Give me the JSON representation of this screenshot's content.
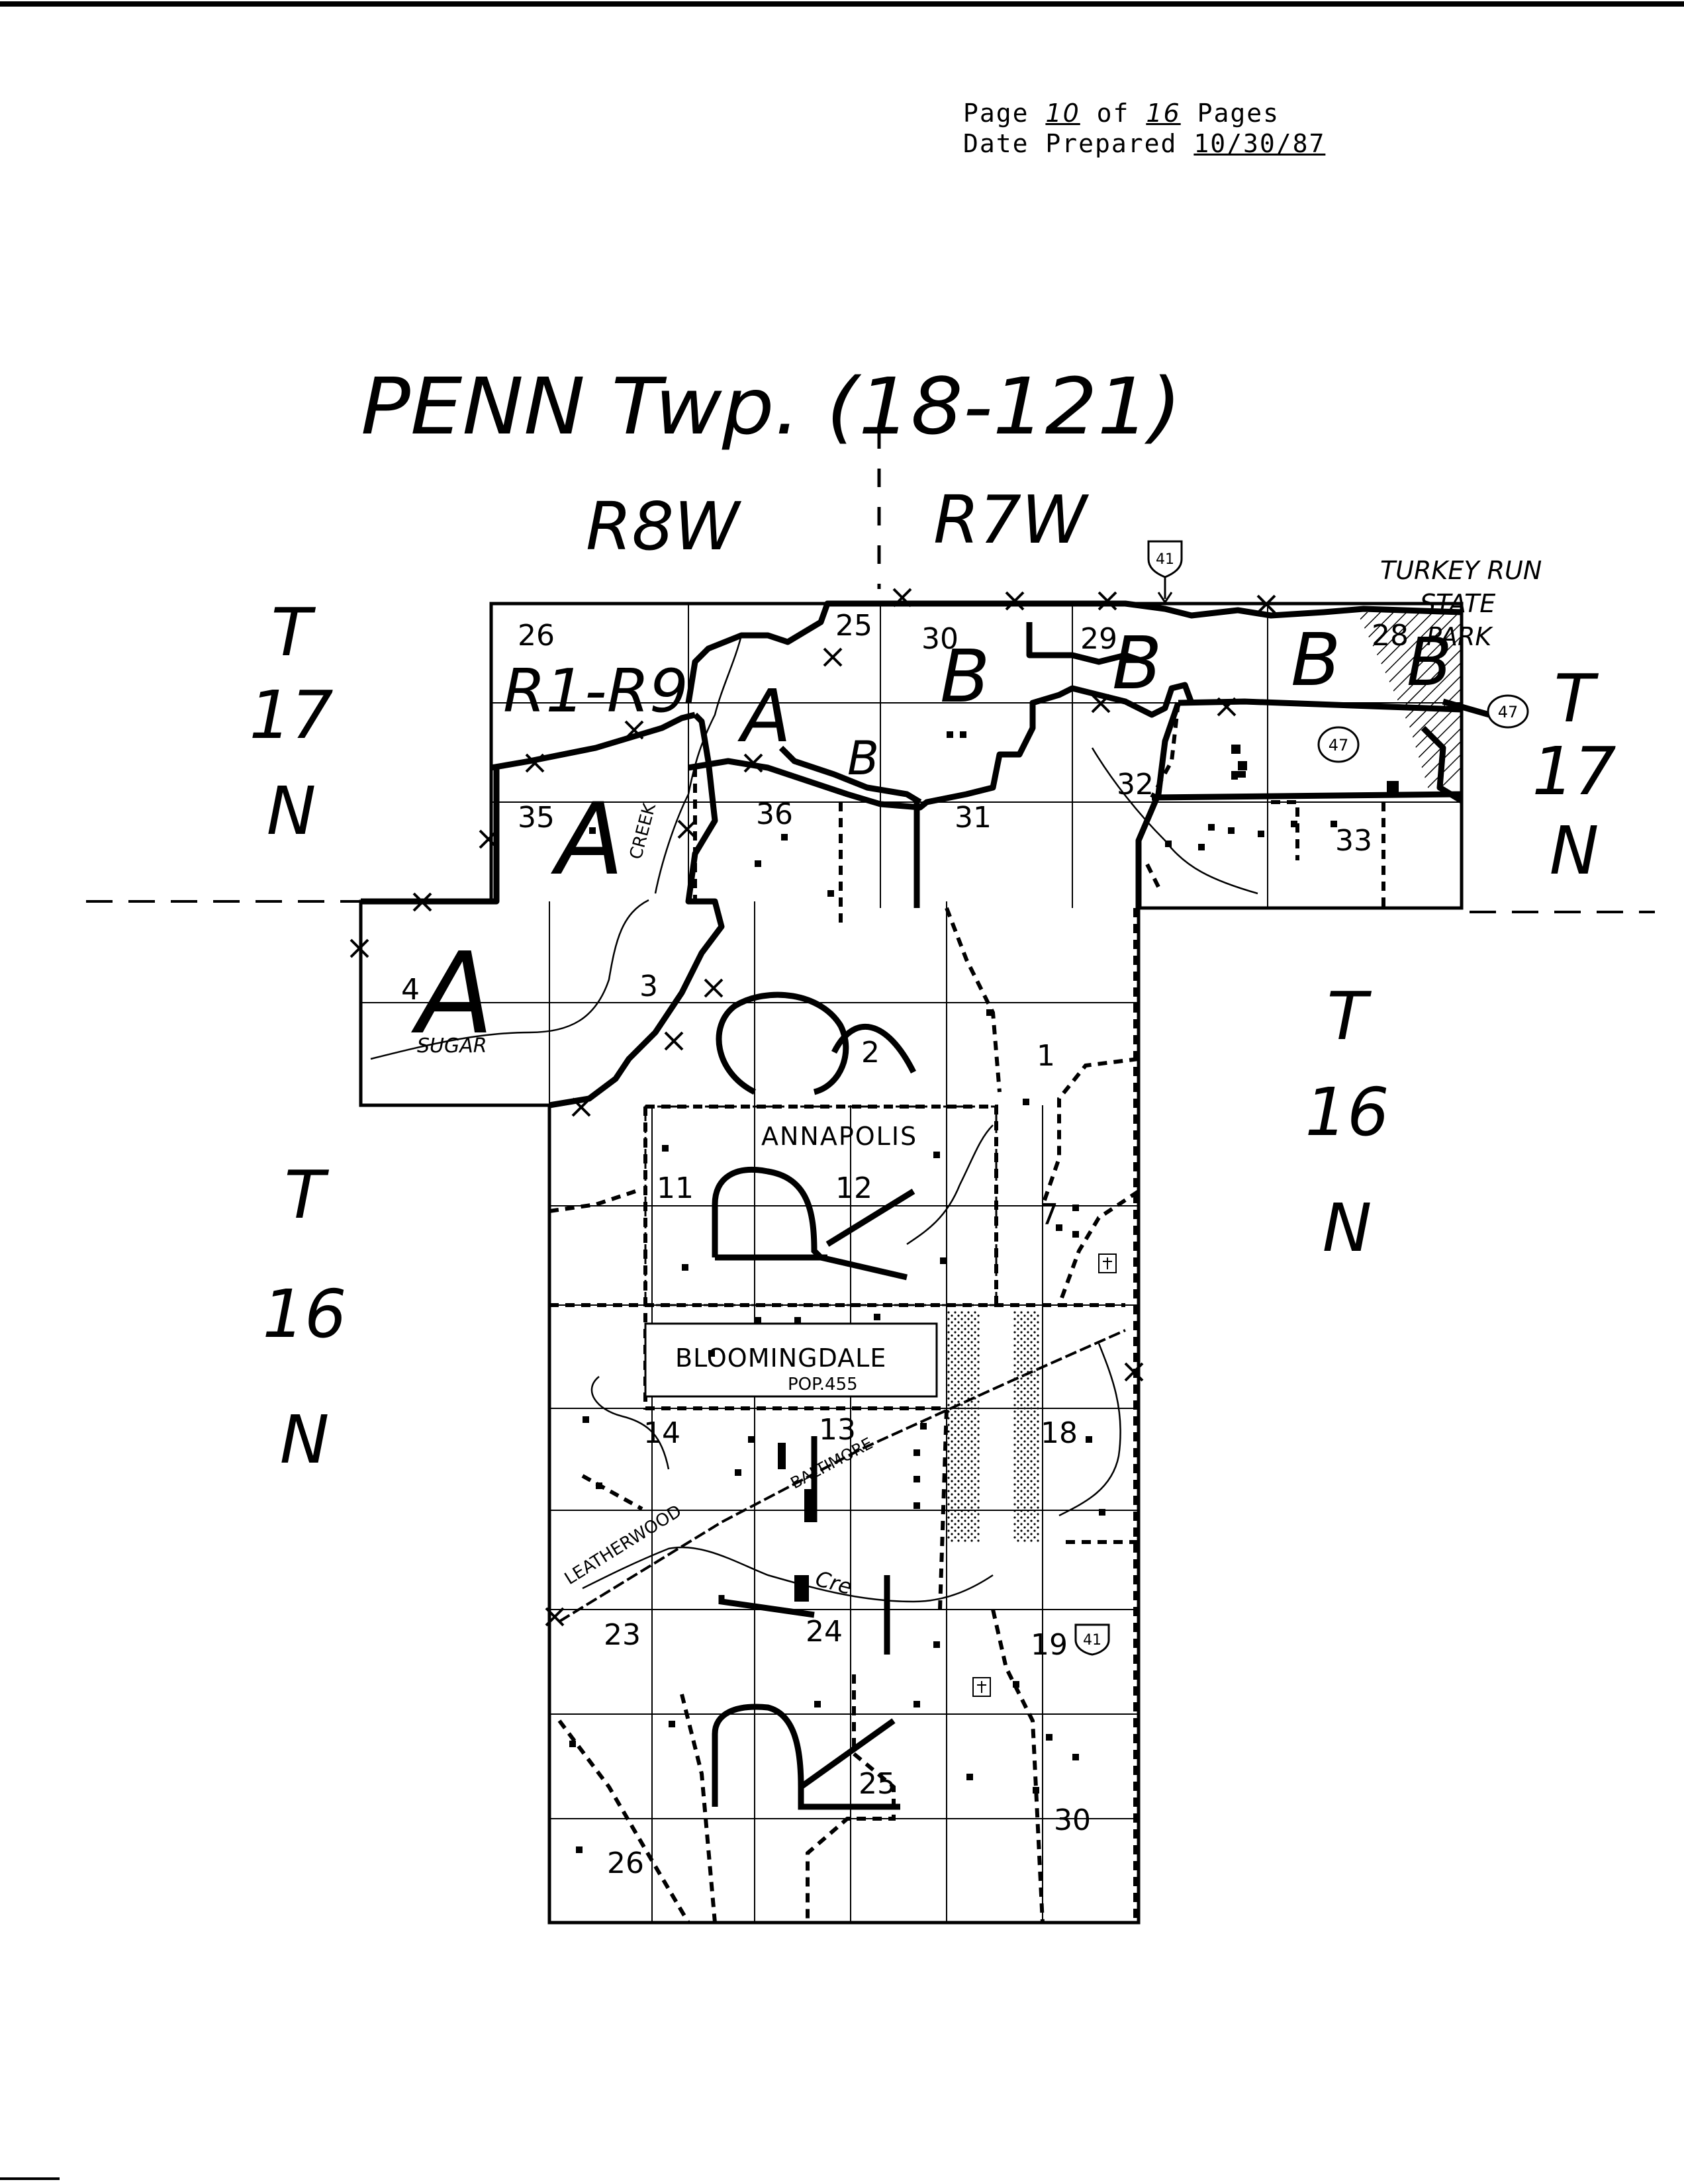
{
  "header": {
    "page_label": "Page",
    "page_number": "10",
    "of_label": "of",
    "total_pages": "16",
    "pages_label": "Pages",
    "date_label": "Date Prepared",
    "date_value": "10/30/87"
  },
  "map": {
    "title": "PENN Twp. (18-121)",
    "range_west": "R8W",
    "range_east": "R7W",
    "township_labels": [
      {
        "t": "T",
        "n": "17",
        "s": "N"
      },
      {
        "t": "T",
        "n": "17",
        "s": "N"
      },
      {
        "t": "T",
        "n": "16",
        "s": "N"
      },
      {
        "t": "T",
        "n": "16",
        "s": "N"
      }
    ],
    "places": {
      "park_line1": "TURKEY RUN",
      "park_line2": "STATE",
      "park_line3": "PARK",
      "town1": "ANNAPOLIS",
      "town2": "BLOOMINGDALE",
      "town2_pop": "POP.455",
      "creek_sugar": "SUGAR",
      "creek_label": "CREEK",
      "leatherwood": "LEATHERWOOD",
      "baltimore": "BALTIMORE",
      "cre": "Cre"
    },
    "zones": {
      "a": "A",
      "b": "B",
      "r1r9": "R1-R9"
    },
    "routes": {
      "us41": "41",
      "sr47": "47"
    },
    "sections": [
      "26",
      "25",
      "30",
      "29",
      "28",
      "35",
      "36",
      "31",
      "32",
      "33",
      "4",
      "3",
      "2",
      "1",
      "11",
      "12",
      "7",
      "14",
      "13",
      "18",
      "23",
      "24",
      "19",
      "26",
      "25",
      "30"
    ]
  }
}
